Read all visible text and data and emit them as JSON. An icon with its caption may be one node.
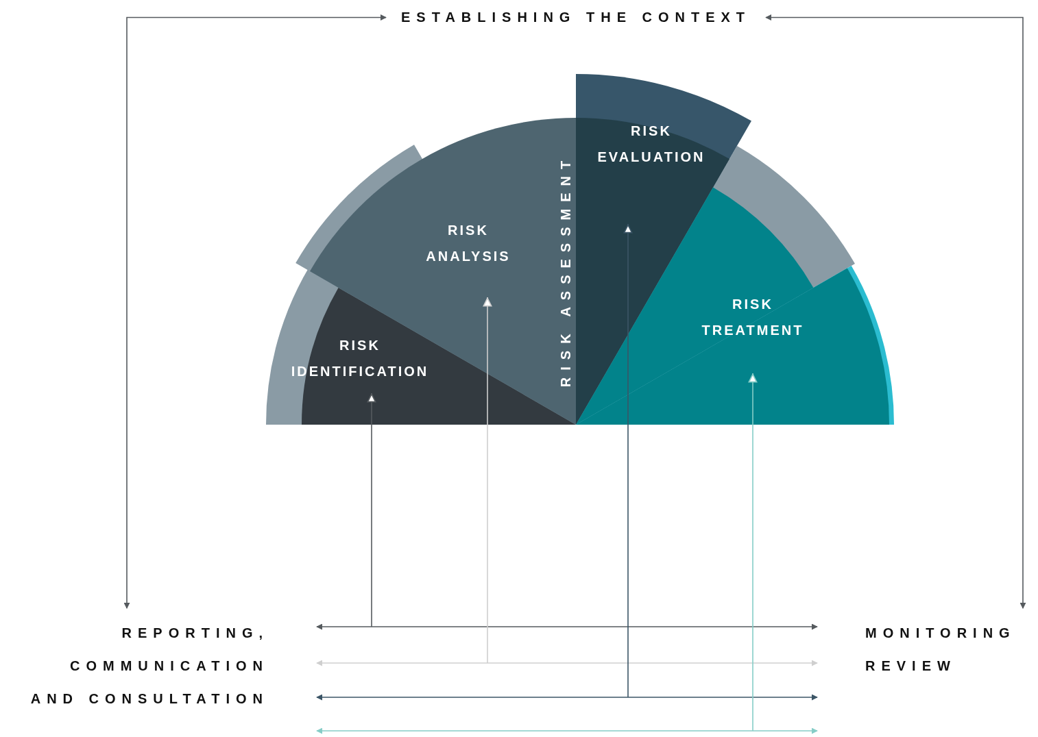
{
  "diagram": {
    "nodes": [
      {
        "text": [
          "ESTABLISHING THE CONTEXT"
        ]
      },
      {
        "text": [
          "REPORTING, COMMUNICATION AND CONSULTATION"
        ]
      },
      {
        "text": [
          "MONITORING REVIEW"
        ]
      },
      {
        "text": [
          "RISK IDENTIFICATION"
        ]
      },
      {
        "text": [
          "RISK ANALYSIS"
        ]
      },
      {
        "text": [
          "RISK EVALUATION"
        ]
      },
      {
        "text": [
          "RISK TREATMENT"
        ]
      }
    ],
    "edges": [
      {
        "from": 0,
        "to": 1,
        "arrow": "both"
      },
      {
        "from": 0,
        "to": 2,
        "arrow": "both"
      },
      {
        "from": 1,
        "to": 2,
        "arrow": "both",
        "color": "#555a5e"
      },
      {
        "from": 1,
        "to": 2,
        "arrow": "both",
        "color": "#cfcfcf"
      },
      {
        "from": 1,
        "to": 2,
        "arrow": "both",
        "color": "#3b5566"
      },
      {
        "from": 1,
        "to": 2,
        "arrow": "both",
        "color": "#86cdc7"
      },
      {
        "from": null,
        "to": 3,
        "arrow": "to",
        "color": "#555a5e"
      },
      {
        "from": null,
        "to": 4,
        "arrow": "to",
        "color": "#cfcfcf"
      },
      {
        "from": null,
        "to": 5,
        "arrow": "to",
        "color": "#3b5566"
      },
      {
        "from": null,
        "to": 6,
        "arrow": "to",
        "color": "#86cdc7"
      }
    ],
    "labels": [
      "RISK ASSESSMENT"
    ]
  }
}
